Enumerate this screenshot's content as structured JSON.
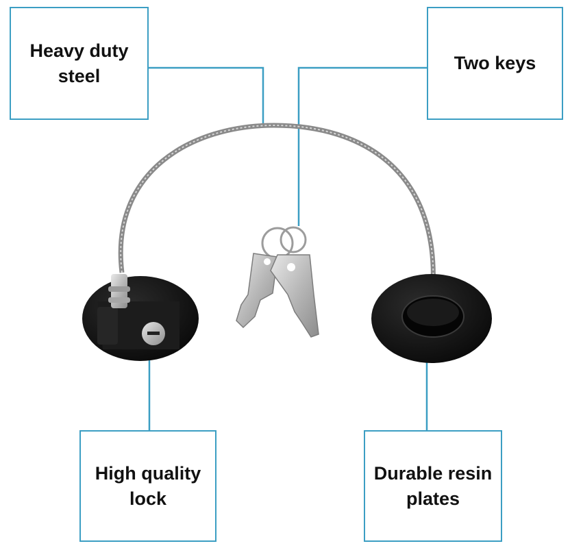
{
  "callouts": {
    "heavy_duty_steel": [
      "Heavy duty",
      "steel"
    ],
    "two_keys": [
      "Two keys"
    ],
    "high_quality_lock": [
      "High quality",
      "lock"
    ],
    "durable_resin_plates": [
      "Durable resin",
      "plates"
    ]
  },
  "colors": {
    "callout_border": "#3b9ec3",
    "leader_line": "#3b9ec3",
    "cable": "#9a9a9a",
    "plate": "#141414",
    "key_metal": "#c4c4c4"
  },
  "icons": [
    "cable-icon",
    "lock-plate-icon",
    "keys-icon",
    "resin-plate-icon"
  ]
}
